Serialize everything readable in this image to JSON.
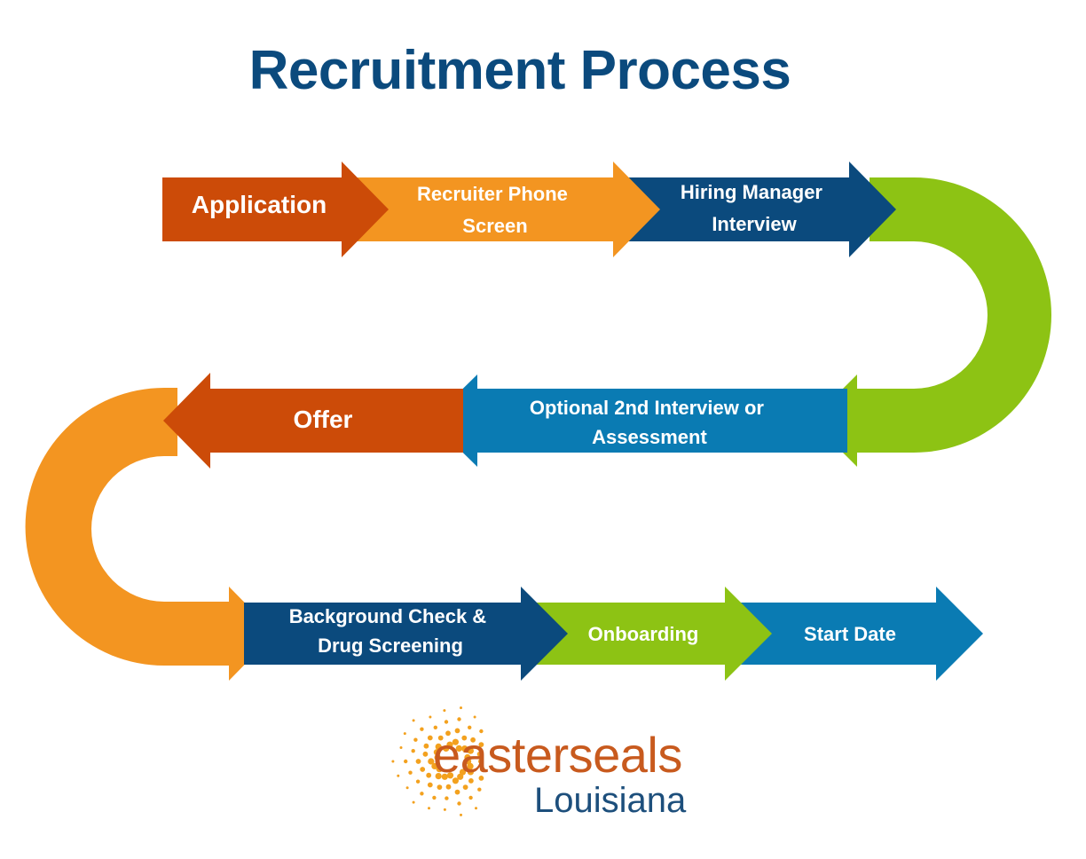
{
  "title": "Recruitment Process",
  "steps": [
    {
      "label_lines": [
        "Application"
      ],
      "color": "#cc4b08"
    },
    {
      "label_lines": [
        "Recruiter Phone",
        "Screen"
      ],
      "color": "#f39521"
    },
    {
      "label_lines": [
        "Hiring Manager",
        "Interview"
      ],
      "color": "#0b4a7d"
    },
    {
      "label_lines": [
        "Optional 2nd Interview or",
        "Assessment"
      ],
      "color": "#0a7bb3"
    },
    {
      "label_lines": [
        "Offer"
      ],
      "color": "#cc4b08"
    },
    {
      "label_lines": [
        "Background Check &",
        "Drug Screening"
      ],
      "color": "#0b4a7d"
    },
    {
      "label_lines": [
        "Onboarding"
      ],
      "color": "#8dc314"
    },
    {
      "label_lines": [
        "Start Date"
      ],
      "color": "#0a7bb3"
    }
  ],
  "connectors": {
    "right_u_turn_color": "#8dc314",
    "left_u_turn_color": "#f39521"
  },
  "logo": {
    "word1": "easterseals",
    "word2": "Louisiana",
    "sunburst_color": "#f3a11e"
  }
}
